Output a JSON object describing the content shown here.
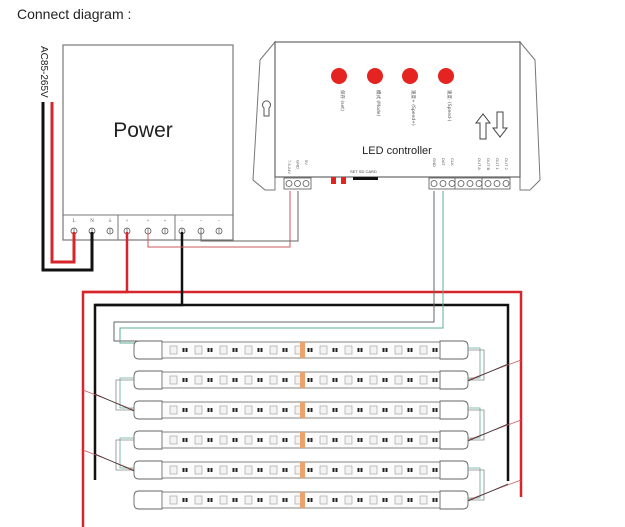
{
  "title": "Connect diagram :",
  "input_voltage": "AC85-265V",
  "power_supply": {
    "label": "Power",
    "terminals": [
      "L",
      "N",
      "⏚",
      "+",
      "+",
      "+",
      "-",
      "-",
      "-"
    ]
  },
  "controller": {
    "label": "LED controller",
    "buttons": [
      {
        "name": "Set",
        "label": "保存 (set)"
      },
      {
        "name": "Mode",
        "label": "模式 (Mode)"
      },
      {
        "name": "Speed+",
        "label": "速度+ (Speed+)"
      },
      {
        "name": "Speed-",
        "label": "速度- (Speed-)"
      }
    ],
    "arrows": [
      "up-arrow",
      "down-arrow"
    ],
    "sd_slot_label": "SET  SD CARD",
    "power_terminals": [
      "7.5-24V",
      "GND",
      "5V"
    ],
    "output_terminals": [
      "GND",
      "DAT",
      "CLK",
      "",
      "",
      "OUT A",
      "OUT B",
      "OUT 1",
      "OUT 2"
    ]
  },
  "wire_colors": {
    "live": "#d6262b",
    "neutral": "#111111",
    "signal_data": "#5cae94",
    "signal_gnd": "#555555",
    "thin_pos": "#c9585c",
    "led_button": "#e52421"
  },
  "strips": {
    "count": 6
  }
}
